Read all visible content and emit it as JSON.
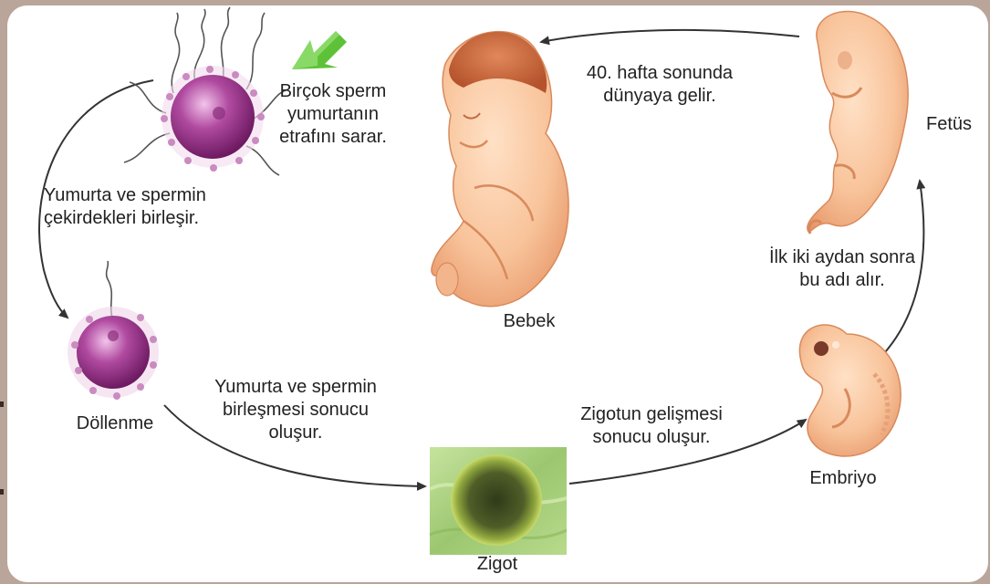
{
  "stages": {
    "bebek": "Bebek",
    "fetus": "Fetüs",
    "embriyo": "Embriyo",
    "zigot": "Zigot",
    "dollenme": "Döllenme"
  },
  "captions": {
    "sperm_surround": [
      "Birçok sperm",
      "yumurtanın",
      "etrafını sarar."
    ],
    "nuclei_merge": [
      "Yumurta ve spermin",
      "çekirdekleri birleşir."
    ],
    "zygote_forms": [
      "Yumurta ve spermin",
      "birleşmesi sonucu",
      "oluşur."
    ],
    "embryo_forms": [
      "Zigotun gelişmesi",
      "sonucu oluşur."
    ],
    "fetus_name": [
      "İlk iki aydan sonra",
      "bu adı alır."
    ],
    "birth": [
      "40. hafta sonunda",
      "dünyaya gelir."
    ]
  },
  "colors": {
    "background": "#ffffff",
    "outer": "#b9a59a",
    "text": "#222222",
    "arrow": "#333333",
    "pointer_arrow": "#5ec238",
    "egg": "#a0388f",
    "zygote_bg": "#a9d17c",
    "skin": "#f8c39a"
  },
  "icons": [
    "green-pointer-arrow-icon",
    "egg-with-sperm-icon",
    "fertilized-egg-icon",
    "zygote-icon",
    "embryo-icon",
    "fetus-icon",
    "baby-icon"
  ]
}
